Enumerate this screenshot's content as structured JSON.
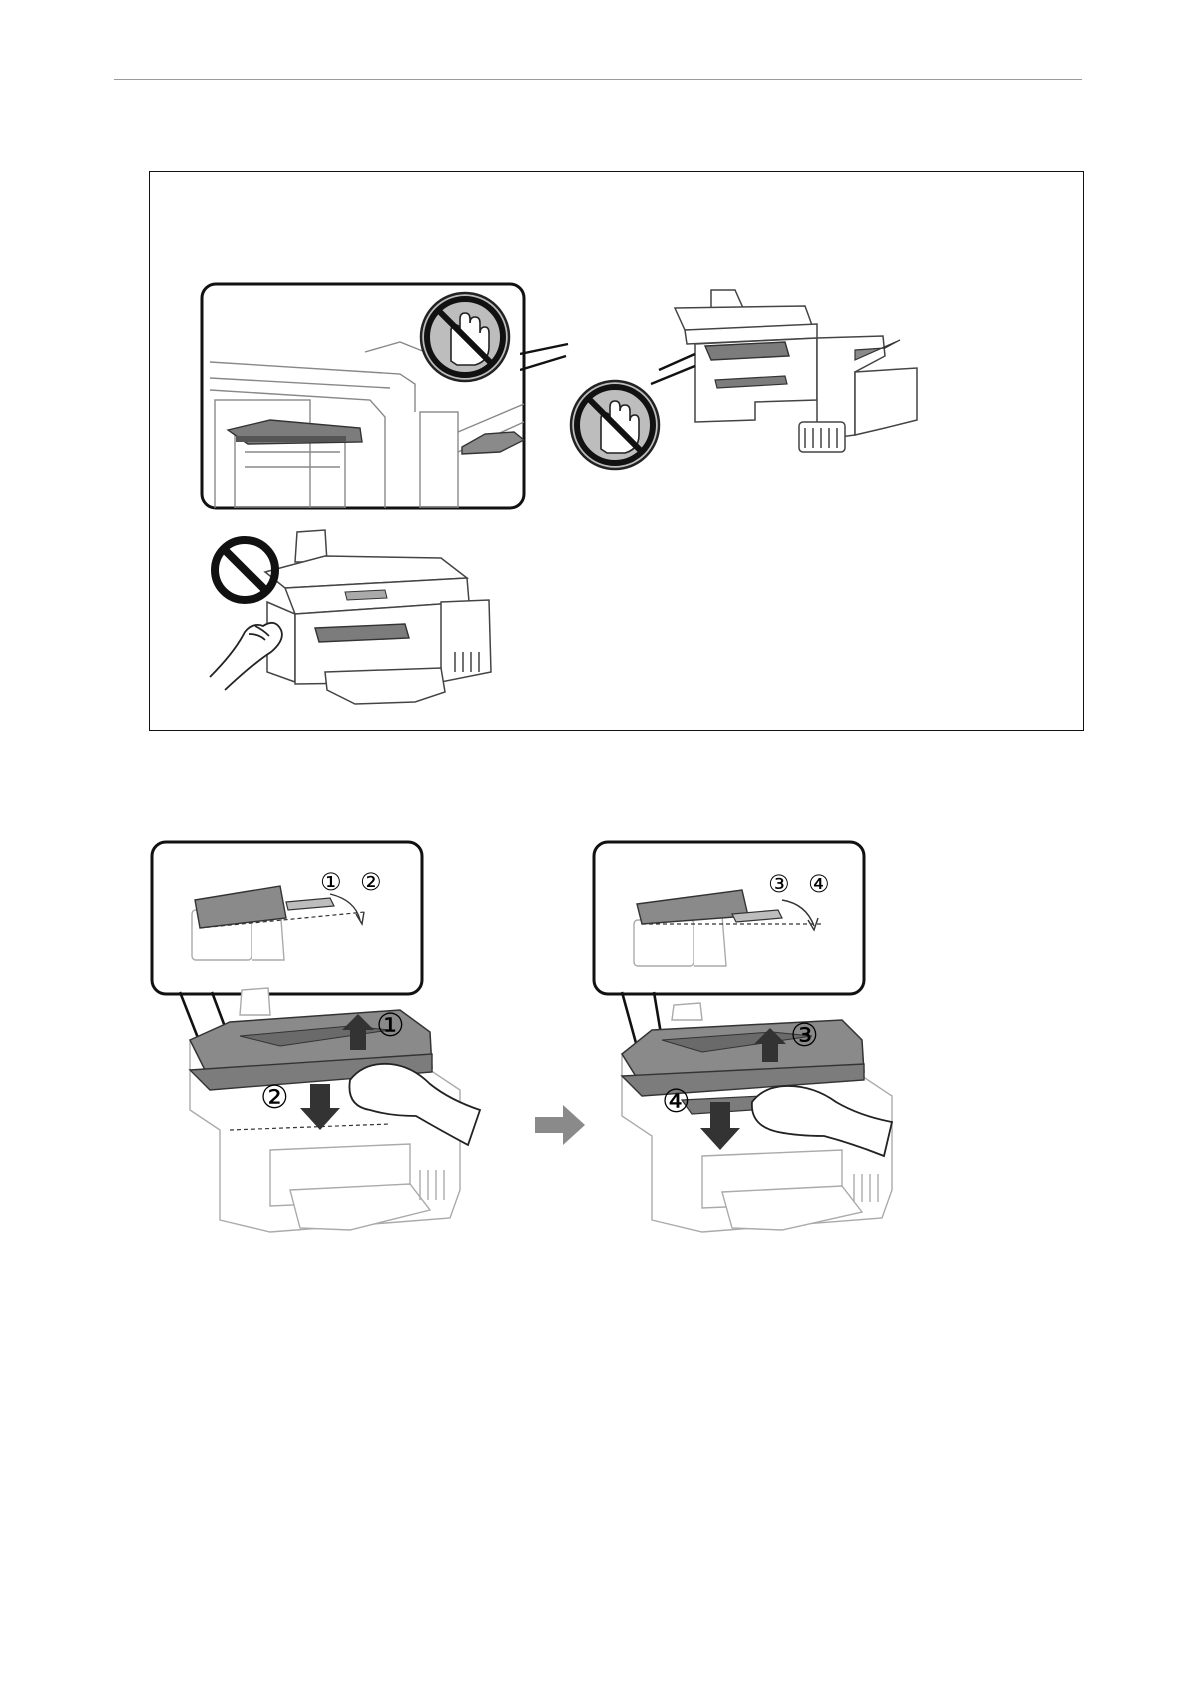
{
  "colors": {
    "line": "#333333",
    "light_line": "#a8a8a8",
    "dark_part": "#7c7c7c",
    "mid_part": "#bdbdbd",
    "prohibit": "#111111",
    "arrow": "#8a8a8a"
  },
  "icons": [
    "no-touch-icon",
    "prohibited-icon",
    "hand-icon",
    "arrow-right-icon",
    "arrow-up-icon",
    "arrow-down-icon"
  ],
  "steps": {
    "figure1": {
      "callout_numbers": [
        "①",
        "②"
      ],
      "body_numbers": [
        "①",
        "②"
      ]
    },
    "figure2": {
      "callout_numbers": [
        "③",
        "④"
      ],
      "body_numbers": [
        "③",
        "④"
      ]
    }
  }
}
